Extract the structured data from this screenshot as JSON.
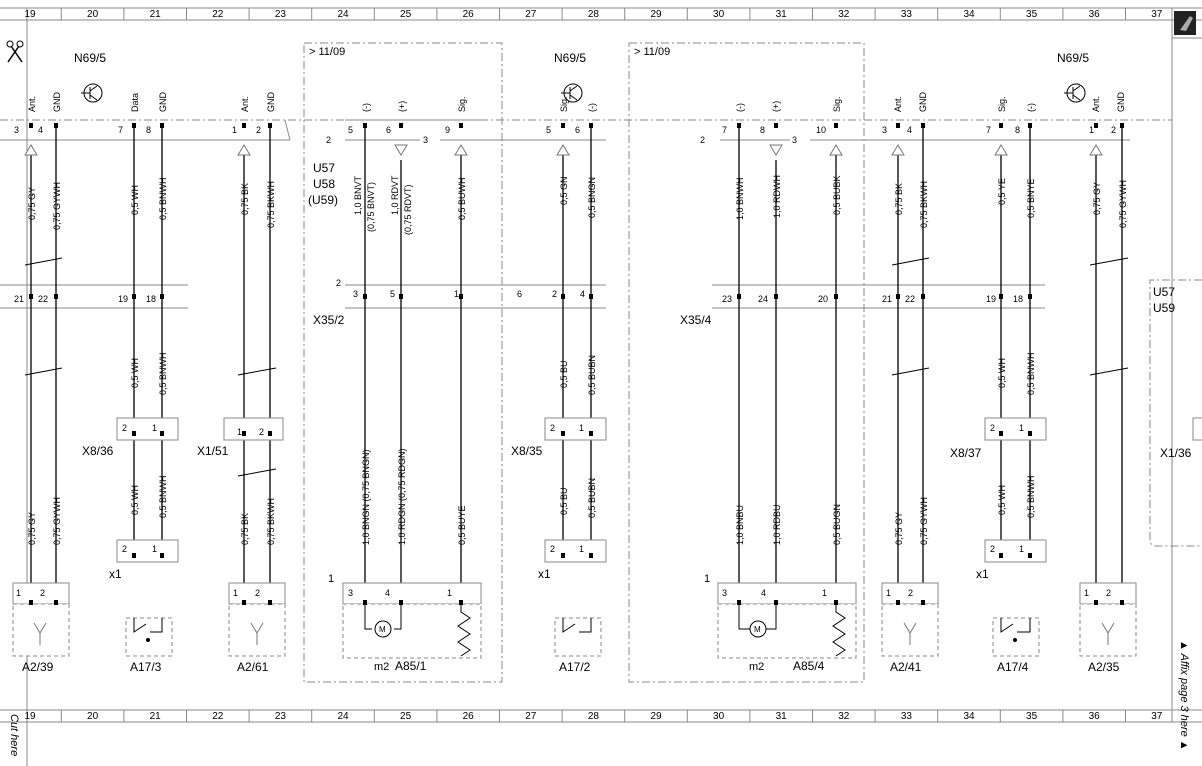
{
  "grid": {
    "columns": [
      "19",
      "20",
      "21",
      "22",
      "23",
      "24",
      "25",
      "26",
      "27",
      "28",
      "29",
      "30",
      "31",
      "32",
      "33",
      "34",
      "35",
      "36",
      "37"
    ]
  },
  "notes": {
    "cut_here": "Cut here",
    "affix": "▲ Affix page 3 here ▲"
  },
  "headers": {
    "n69_left": "N69/5",
    "n69_mid": "N69/5",
    "n69_right": "N69/5",
    "ref_1109_a": "> 11/09",
    "ref_1109_b": "> 11/09"
  },
  "connectors": {
    "x35_2": "X35/2",
    "x35_4": "X35/4",
    "x8_36": "X8/36",
    "x1_51": "X1/51",
    "x8_35": "X8/35",
    "x8_37": "X8/37",
    "x1_36": "X1/36",
    "x1_a": "x1",
    "x1_b": "x1",
    "x1_c": "x1"
  },
  "variants": {
    "u57": "U57",
    "u58": "U58",
    "u59p": "(U59)",
    "u57b": "U57",
    "u59b": "U59"
  },
  "components": {
    "a2_39": "A2/39",
    "a17_3": "A17/3",
    "a2_61": "A2/61",
    "a85_1": "A85/1",
    "m2a": "m2",
    "a17_2": "A17/2",
    "a85_4": "A85/4",
    "m2b": "m2",
    "a2_41": "A2/41",
    "a17_4": "A17/4",
    "a2_35": "A2/35"
  },
  "pin_labels": {
    "ant": "Ant.",
    "gnd": "GND",
    "data": "Data",
    "neg": "(-)",
    "pos": "(+)",
    "sig": "Sig."
  },
  "wires": {
    "gy075": "0,75 GY",
    "gywh075": "0,75 GYWH",
    "wh05": "0,5 WH",
    "bnwh05": "0,5 BNWH",
    "bk075": "0,75 BK",
    "bkwh075": "0,75 BKWH",
    "bnvt": "1,0 BNVT",
    "bnvt_alt": "(0,75 BNVT)",
    "rdvt": "1,0 RDVT",
    "rdvt_alt": "(0,75 RDVT)",
    "buwh": "0,5 BUWH",
    "gn05": "0,5 GN",
    "bngn05": "0,5 BNGN",
    "bu05": "0,5 BU",
    "bubn05": "0,5 BUBN",
    "bngn10": "1,0 BNGN (0,75 BNGN)",
    "rdgn10": "1,0 RDGN (0,75 RDGN)",
    "buye": "0,5 BUYE",
    "bnwh10": "1,0 BNWH",
    "rdwh10": "1,0 RDWH",
    "bubk": "0,5 BUBK",
    "ye05": "0,5 YE",
    "bnye05": "0,5 BNYE",
    "bnbu10": "1,0 BNBU",
    "rdbu10": "1,0 RDBU",
    "bugn05": "0,5 BUGN"
  }
}
